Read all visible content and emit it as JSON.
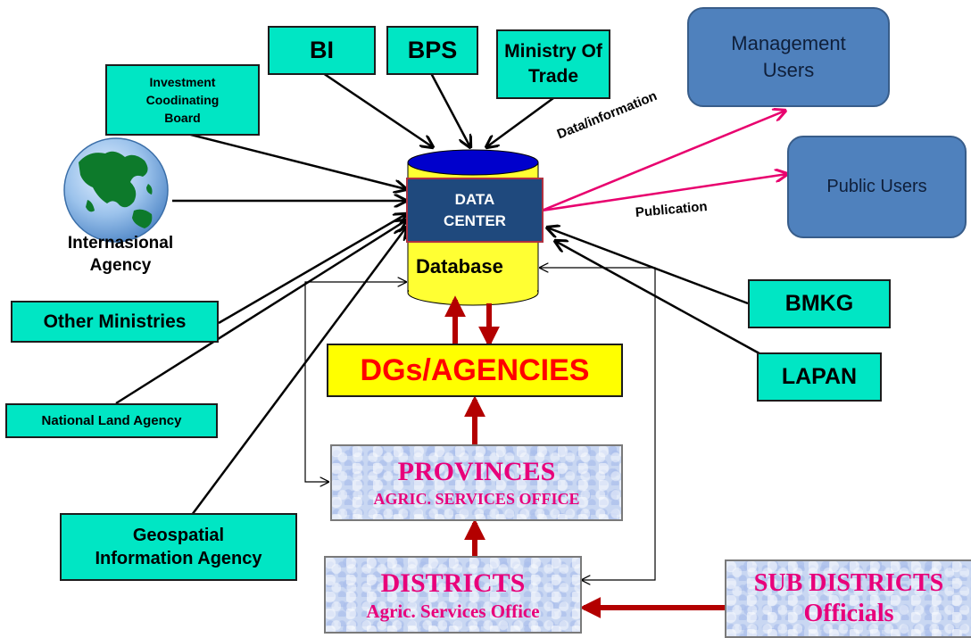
{
  "nodes": {
    "bi": "BI",
    "bps": "BPS",
    "ministry_of_trade": "Ministry Of Trade",
    "investment_board": "Investment Coodinating Board",
    "international_agency": "Internasional Agency",
    "other_ministries": "Other Ministries",
    "national_land_agency": "National Land Agency",
    "geospatial_agency": "Geospatial Information Agency",
    "management_users": "Management Users",
    "public_users": "Public Users",
    "data_center": "DATA CENTER",
    "database": "Database",
    "dgs_agencies": "DGs/AGENCIES",
    "provinces_title": "PROVINCES",
    "provinces_sub": "AGRIC. SERVICES OFFICE",
    "districts_title": "DISTRICTS",
    "districts_sub": "Agric. Services Office",
    "sub_districts_title": "SUB DISTRICTS",
    "sub_districts_sub": "Officials",
    "bmkg": "BMKG",
    "lapan": "LAPAN"
  },
  "edge_labels": {
    "data_information": "Data/information",
    "publication": "Publication"
  },
  "colors": {
    "teal_box": "#00e6c4",
    "user_box": "#4f81bd",
    "data_center": "#1f497d",
    "database_cylinder": "#ffff33",
    "cylinder_top": "#0000cc",
    "dgs_box": "#ffff00",
    "dgs_text": "#ff0000",
    "pink_arrow": "#e8006e",
    "red_arrow": "#b30000"
  }
}
